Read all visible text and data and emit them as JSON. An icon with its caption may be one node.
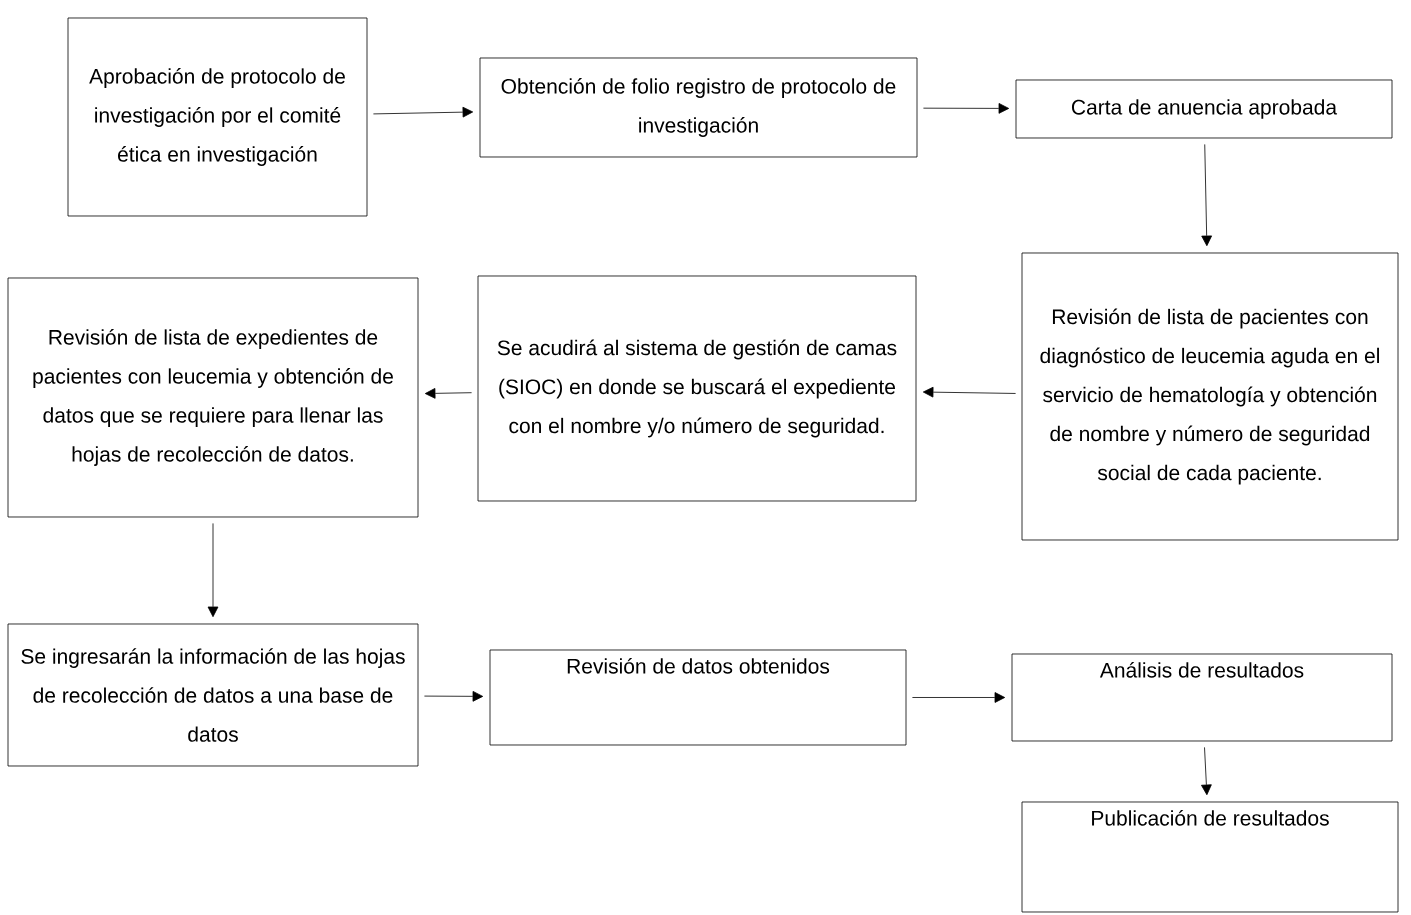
{
  "diagram": {
    "nodes": [
      {
        "text": [
          "Aprobación de protocolo de investigación por el comité ética en investigación"
        ]
      },
      {
        "text": [
          "Obtención de folio registro de protocolo de investigación"
        ]
      },
      {
        "text": [
          "Carta de anuencia aprobada"
        ]
      },
      {
        "text": [
          "Revisión de lista de pacientes con diagnóstico de leucemia aguda en el servicio de hematología y obtención de nombre y número de seguridad social de cada paciente."
        ]
      },
      {
        "text": [
          "Se acudirá al sistema de gestión de camas (SIOC) en donde se buscará el expediente con el nombre y/o número de seguridad."
        ]
      },
      {
        "text": [
          "Revisión de lista de expedientes de pacientes con leucemia y obtención de datos que se requiere para llenar las hojas de recolección de datos."
        ]
      },
      {
        "text": [
          "Se ingresarán la información de las hojas de recolección de datos a una base de datos"
        ]
      },
      {
        "text": [
          "Revisión de datos obtenidos"
        ]
      },
      {
        "text": [
          "Análisis de resultados"
        ]
      },
      {
        "text": [
          "Publicación de resultados"
        ]
      }
    ],
    "edges": [
      {
        "from": 0,
        "to": 1,
        "arrow": "to"
      },
      {
        "from": 1,
        "to": 2,
        "arrow": "to"
      },
      {
        "from": 2,
        "to": 3,
        "arrow": "to"
      },
      {
        "from": 3,
        "to": 4,
        "arrow": "to"
      },
      {
        "from": 4,
        "to": 5,
        "arrow": "to"
      },
      {
        "from": 5,
        "to": 6,
        "arrow": "to"
      },
      {
        "from": 6,
        "to": 7,
        "arrow": "to"
      },
      {
        "from": 7,
        "to": 8,
        "arrow": "to"
      },
      {
        "from": 8,
        "to": 9,
        "arrow": "to"
      }
    ]
  }
}
